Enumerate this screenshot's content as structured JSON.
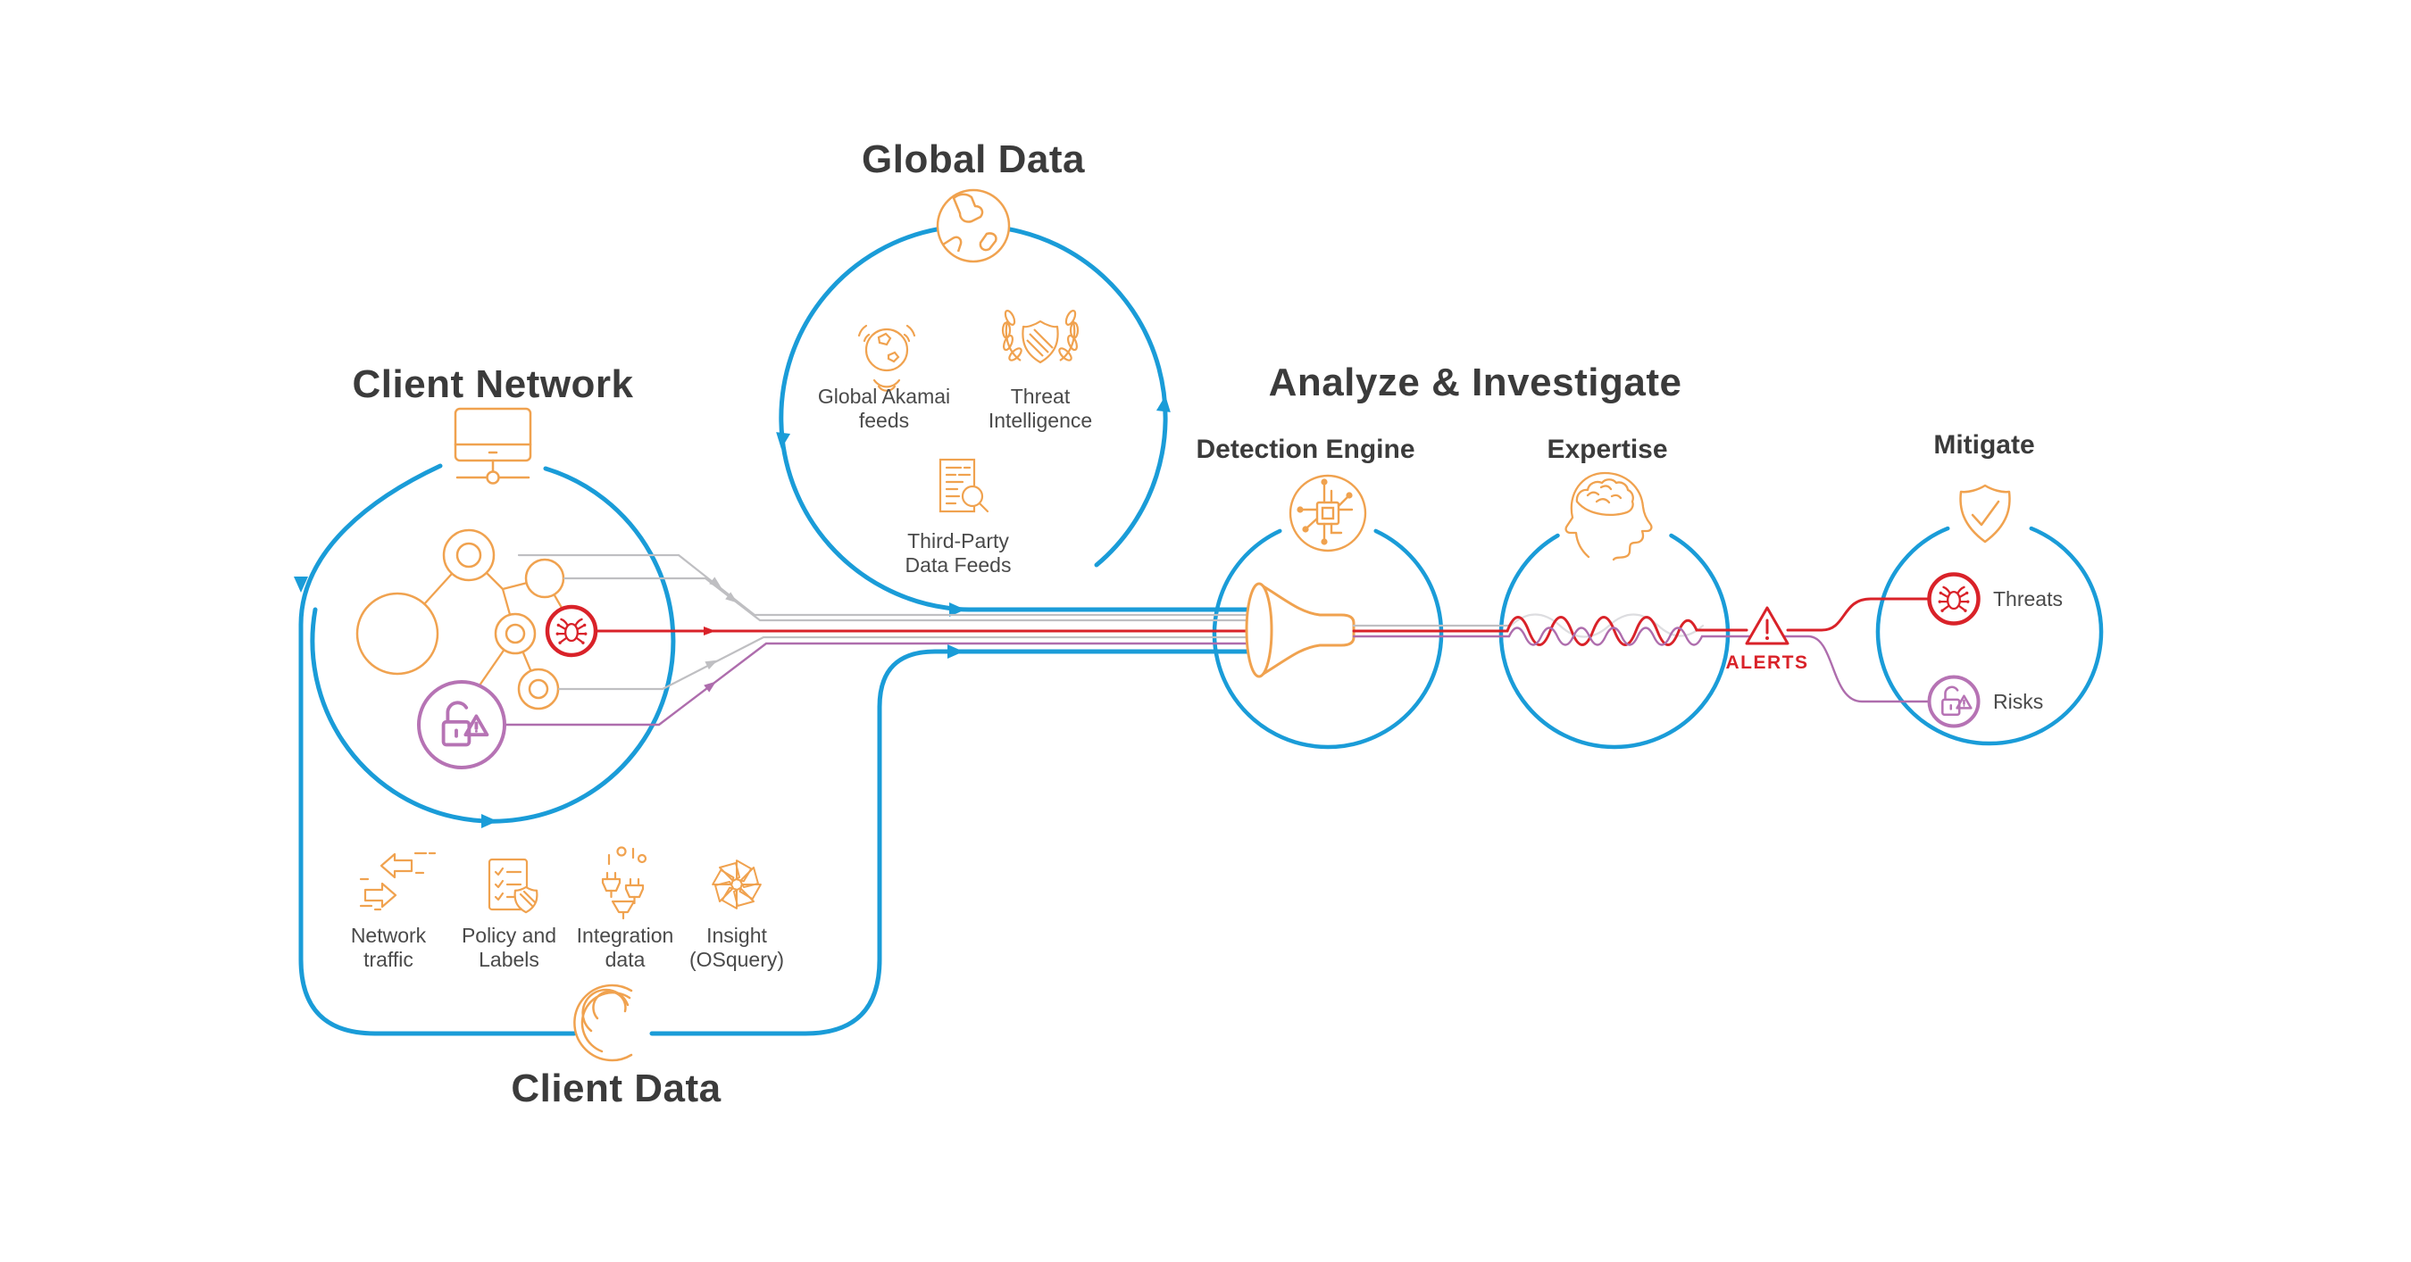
{
  "diagram": {
    "global_data": {
      "title": "Global Data",
      "icon": "globe-icon",
      "items": [
        {
          "label": "Global Akamai feeds",
          "icon": "globe-signal-icon"
        },
        {
          "label": "Threat Intelligence",
          "icon": "shield-laurel-icon"
        },
        {
          "label": "Third-Party Data Feeds",
          "icon": "document-search-icon"
        }
      ]
    },
    "client_network": {
      "title": "Client Network",
      "icon": "monitor-icon",
      "threat_node_icon": "bug-icon",
      "risk_node_icon": "unlocked-padlock-warning-icon"
    },
    "client_data": {
      "title": "Client Data",
      "logo_icon": "akamai-swirl-logo",
      "items": [
        {
          "label": "Network traffic",
          "icon": "traffic-arrows-icon"
        },
        {
          "label": "Policy and Labels",
          "icon": "policy-checklist-icon"
        },
        {
          "label": "Integration data",
          "icon": "integration-plugs-icon"
        },
        {
          "label": "Insight (OSquery)",
          "icon": "pinwheel-icon"
        }
      ]
    },
    "analyze": {
      "title": "Analyze & Investigate",
      "stages": [
        {
          "label": "Detection Engine",
          "icon": "chip-circuit-icon"
        },
        {
          "label": "Expertise",
          "icon": "head-brain-icon"
        }
      ]
    },
    "alerts": {
      "label": "ALERTS",
      "icon": "warning-triangle-icon"
    },
    "mitigate": {
      "title": "Mitigate",
      "icon": "shield-check-icon",
      "outputs": [
        {
          "label": "Threats",
          "icon": "bug-icon",
          "color": "#d92229"
        },
        {
          "label": "Risks",
          "icon": "unlocked-padlock-warning-icon",
          "color": "#b673b4"
        }
      ]
    },
    "colors": {
      "flow_blue": "#1a9cd8",
      "icon_orange": "#f0a24f",
      "threat_red": "#d92229",
      "risk_purple": "#b673b4",
      "data_gray": "#bfbfc2",
      "title_text": "#3b3b3b",
      "caption_text": "#4a4a4a"
    }
  }
}
